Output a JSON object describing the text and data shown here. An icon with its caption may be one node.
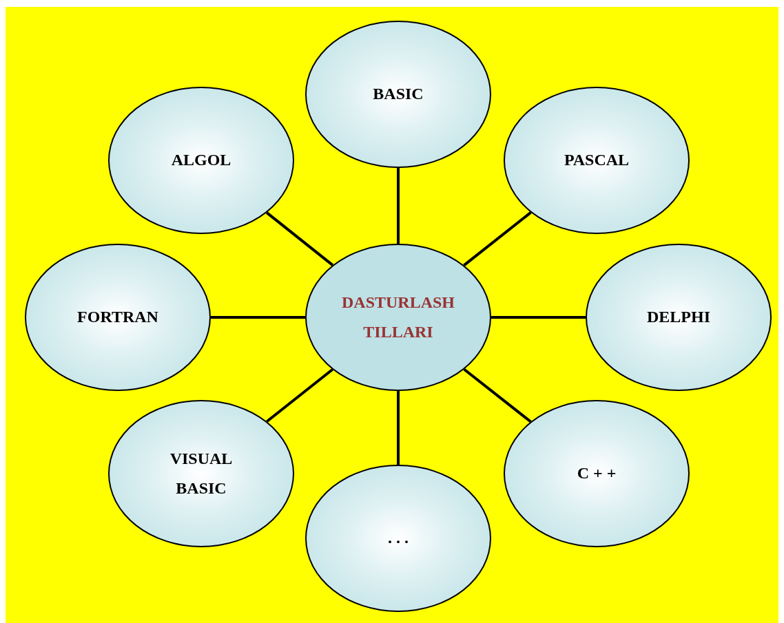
{
  "diagram": {
    "nodes": [
      {
        "text": [
          "DASTURLASH TILLARI"
        ]
      },
      {
        "text": [
          "BASIC"
        ]
      },
      {
        "text": [
          "PASCAL"
        ]
      },
      {
        "text": [
          "DELPHI"
        ]
      },
      {
        "text": [
          "C + +"
        ]
      },
      {
        "text": [
          ". . ."
        ]
      },
      {
        "text": [
          "VISUAL BASIC"
        ]
      },
      {
        "text": [
          "FORTRAN"
        ]
      },
      {
        "text": [
          "ALGOL"
        ]
      }
    ],
    "edges": [
      {
        "from": 0,
        "to": 1,
        "arrow": "none"
      },
      {
        "from": 0,
        "to": 2,
        "arrow": "none"
      },
      {
        "from": 0,
        "to": 3,
        "arrow": "none"
      },
      {
        "from": 0,
        "to": 4,
        "arrow": "none"
      },
      {
        "from": 0,
        "to": 5,
        "arrow": "none"
      },
      {
        "from": 0,
        "to": 6,
        "arrow": "none"
      },
      {
        "from": 0,
        "to": 7,
        "arrow": "none"
      },
      {
        "from": 0,
        "to": 8,
        "arrow": "none"
      }
    ]
  }
}
